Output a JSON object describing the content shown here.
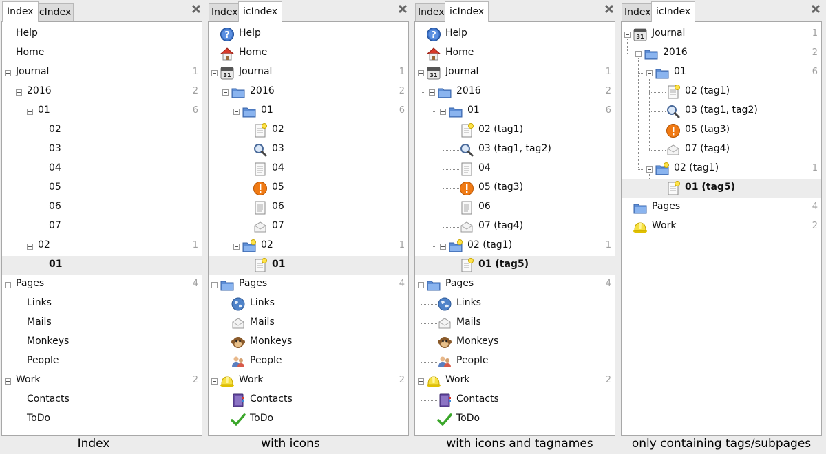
{
  "panels": [
    {
      "tabs": [
        "Index",
        "icIndex"
      ],
      "active_tab": 0,
      "caption": "Index",
      "rows": [
        {
          "label": "Help",
          "level": 0
        },
        {
          "label": "Home",
          "level": 0
        },
        {
          "label": "Journal",
          "level": 0,
          "exp": true,
          "count": "1"
        },
        {
          "label": "2016",
          "level": 1,
          "exp": true,
          "count": "2"
        },
        {
          "label": "01",
          "level": 2,
          "exp": true,
          "count": "6"
        },
        {
          "label": "02",
          "level": 3
        },
        {
          "label": "03",
          "level": 3
        },
        {
          "label": "04",
          "level": 3
        },
        {
          "label": "05",
          "level": 3
        },
        {
          "label": "06",
          "level": 3
        },
        {
          "label": "07",
          "level": 3
        },
        {
          "label": "02",
          "level": 2,
          "exp": true,
          "count": "1"
        },
        {
          "label": "01",
          "level": 3,
          "bold": true,
          "selected": true
        },
        {
          "label": "Pages",
          "level": 0,
          "exp": true,
          "count": "4"
        },
        {
          "label": "Links",
          "level": 1
        },
        {
          "label": "Mails",
          "level": 1
        },
        {
          "label": "Monkeys",
          "level": 1
        },
        {
          "label": "People",
          "level": 1
        },
        {
          "label": "Work",
          "level": 0,
          "exp": true,
          "count": "2"
        },
        {
          "label": "Contacts",
          "level": 1
        },
        {
          "label": "ToDo",
          "level": 1
        }
      ]
    },
    {
      "tabs": [
        "Index",
        "icIndex"
      ],
      "active_tab": 1,
      "caption": "with icons",
      "rows": [
        {
          "label": "Help",
          "level": 0,
          "icon": "help-icon"
        },
        {
          "label": "Home",
          "level": 0,
          "icon": "home-icon"
        },
        {
          "label": "Journal",
          "level": 0,
          "exp": true,
          "count": "1",
          "icon": "calendar-icon"
        },
        {
          "label": "2016",
          "level": 1,
          "exp": true,
          "count": "2",
          "icon": "folder-icon"
        },
        {
          "label": "01",
          "level": 2,
          "exp": true,
          "count": "6",
          "icon": "folder-icon"
        },
        {
          "label": "02",
          "level": 3,
          "icon": "page-new-icon"
        },
        {
          "label": "03",
          "level": 3,
          "icon": "magnifier-icon"
        },
        {
          "label": "04",
          "level": 3,
          "icon": "page-icon"
        },
        {
          "label": "05",
          "level": 3,
          "icon": "alert-icon"
        },
        {
          "label": "06",
          "level": 3,
          "icon": "page-icon"
        },
        {
          "label": "07",
          "level": 3,
          "icon": "mail-icon"
        },
        {
          "label": "02",
          "level": 2,
          "exp": true,
          "count": "1",
          "icon": "folder-new-icon"
        },
        {
          "label": "01",
          "level": 3,
          "bold": true,
          "selected": true,
          "icon": "page-new-icon"
        },
        {
          "label": "Pages",
          "level": 0,
          "exp": true,
          "count": "4",
          "icon": "folder-icon"
        },
        {
          "label": "Links",
          "level": 1,
          "icon": "globe-icon"
        },
        {
          "label": "Mails",
          "level": 1,
          "icon": "mail-icon"
        },
        {
          "label": "Monkeys",
          "level": 1,
          "icon": "monkey-icon"
        },
        {
          "label": "People",
          "level": 1,
          "icon": "people-icon"
        },
        {
          "label": "Work",
          "level": 0,
          "exp": true,
          "count": "2",
          "icon": "hardhat-icon"
        },
        {
          "label": "Contacts",
          "level": 1,
          "icon": "address-book-icon"
        },
        {
          "label": "ToDo",
          "level": 1,
          "icon": "checkmark-icon"
        }
      ]
    },
    {
      "tabs": [
        "Index",
        "icIndex"
      ],
      "active_tab": 1,
      "caption": "with icons and tagnames",
      "lines": true,
      "rows": [
        {
          "label": "Help",
          "level": 0,
          "icon": "help-icon"
        },
        {
          "label": "Home",
          "level": 0,
          "icon": "home-icon"
        },
        {
          "label": "Journal",
          "level": 0,
          "exp": true,
          "count": "1",
          "icon": "calendar-icon"
        },
        {
          "label": "2016",
          "level": 1,
          "exp": true,
          "count": "2",
          "icon": "folder-icon"
        },
        {
          "label": "01",
          "level": 2,
          "exp": true,
          "count": "6",
          "icon": "folder-icon"
        },
        {
          "label": "02 (tag1)",
          "level": 3,
          "icon": "page-new-icon"
        },
        {
          "label": "03 (tag1, tag2)",
          "level": 3,
          "icon": "magnifier-icon"
        },
        {
          "label": "04",
          "level": 3,
          "icon": "page-icon"
        },
        {
          "label": "05 (tag3)",
          "level": 3,
          "icon": "alert-icon"
        },
        {
          "label": "06",
          "level": 3,
          "icon": "page-icon"
        },
        {
          "label": "07 (tag4)",
          "level": 3,
          "icon": "mail-icon"
        },
        {
          "label": "02 (tag1)",
          "level": 2,
          "exp": true,
          "count": "1",
          "icon": "folder-new-icon"
        },
        {
          "label": "01 (tag5)",
          "level": 3,
          "bold": true,
          "selected": true,
          "icon": "page-new-icon"
        },
        {
          "label": "Pages",
          "level": 0,
          "exp": true,
          "count": "4",
          "icon": "folder-icon"
        },
        {
          "label": "Links",
          "level": 1,
          "icon": "globe-icon"
        },
        {
          "label": "Mails",
          "level": 1,
          "icon": "mail-icon"
        },
        {
          "label": "Monkeys",
          "level": 1,
          "icon": "monkey-icon"
        },
        {
          "label": "People",
          "level": 1,
          "icon": "people-icon"
        },
        {
          "label": "Work",
          "level": 0,
          "exp": true,
          "count": "2",
          "icon": "hardhat-icon"
        },
        {
          "label": "Contacts",
          "level": 1,
          "icon": "address-book-icon"
        },
        {
          "label": "ToDo",
          "level": 1,
          "icon": "checkmark-icon"
        }
      ]
    },
    {
      "tabs": [
        "Index",
        "icIndex"
      ],
      "active_tab": 1,
      "caption": "only containing tags/subpages",
      "lines": true,
      "rows": [
        {
          "label": "Journal",
          "level": 0,
          "exp": true,
          "count": "1",
          "icon": "calendar-icon"
        },
        {
          "label": "2016",
          "level": 1,
          "exp": true,
          "count": "2",
          "icon": "folder-icon"
        },
        {
          "label": "01",
          "level": 2,
          "exp": true,
          "count": "6",
          "icon": "folder-icon"
        },
        {
          "label": "02 (tag1)",
          "level": 3,
          "icon": "page-new-icon"
        },
        {
          "label": "03 (tag1, tag2)",
          "level": 3,
          "icon": "magnifier-icon"
        },
        {
          "label": "05 (tag3)",
          "level": 3,
          "icon": "alert-icon"
        },
        {
          "label": "07 (tag4)",
          "level": 3,
          "icon": "mail-icon"
        },
        {
          "label": "02 (tag1)",
          "level": 2,
          "exp": true,
          "count": "1",
          "icon": "folder-new-icon"
        },
        {
          "label": "01 (tag5)",
          "level": 3,
          "bold": true,
          "selected": true,
          "icon": "page-new-icon"
        },
        {
          "label": "Pages",
          "level": 0,
          "count": "4",
          "icon": "folder-icon"
        },
        {
          "label": "Work",
          "level": 0,
          "count": "2",
          "icon": "hardhat-icon"
        }
      ]
    }
  ]
}
